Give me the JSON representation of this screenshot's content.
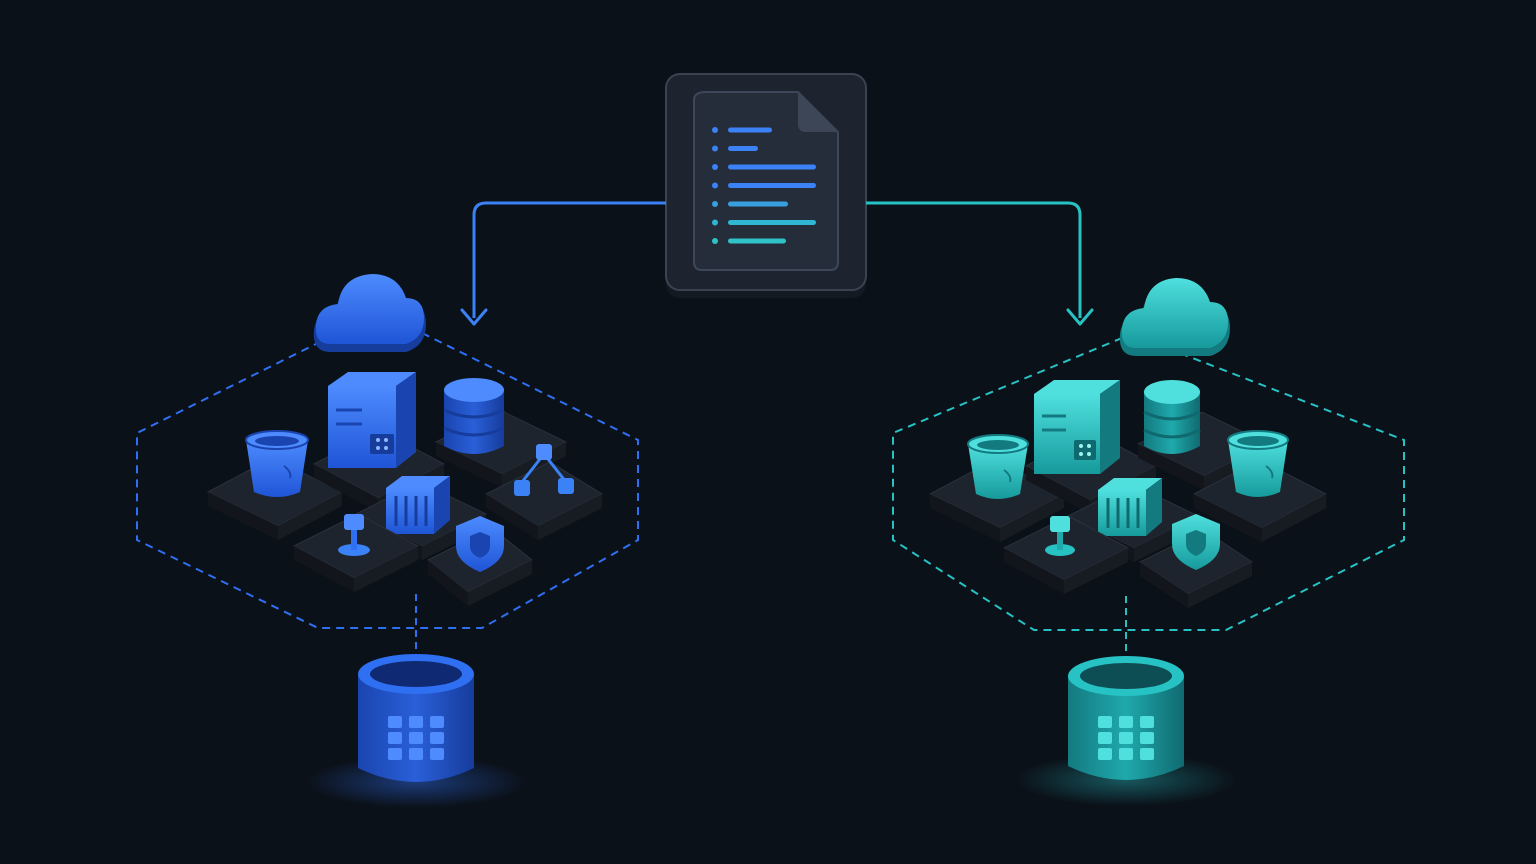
{
  "colors": {
    "background": "#0b1119",
    "panel": "#1d2430",
    "panel_border": "#3a4350",
    "page": "#252d3a",
    "tile_top": "#1e242d",
    "tile_side": "#12161c",
    "left_accent": "#2f6ff2",
    "left_accent_light": "#4d8bff",
    "left_accent_dark": "#1a45b0",
    "right_accent": "#27c2c4",
    "right_accent_light": "#4fe0de",
    "right_accent_dark": "#137a80"
  },
  "diagram": {
    "source": {
      "icon": "document-icon",
      "line_count": 7
    },
    "connectors": [
      {
        "from": "source",
        "to": "left-environment",
        "style": "solid-arrow"
      },
      {
        "from": "source",
        "to": "right-environment",
        "style": "solid-arrow"
      }
    ],
    "environments": [
      {
        "id": "left-environment",
        "accent": "blue",
        "cloud_icon": "cloud-icon",
        "resources": [
          "bucket-icon",
          "server-icon",
          "database-icon",
          "network-icon",
          "container-icon",
          "joystick-icon",
          "shield-icon"
        ],
        "storage": "table-database-icon"
      },
      {
        "id": "right-environment",
        "accent": "teal",
        "cloud_icon": "cloud-icon",
        "resources": [
          "bucket-icon",
          "server-icon",
          "database-icon",
          "bucket-icon",
          "container-icon",
          "joystick-icon",
          "shield-icon"
        ],
        "storage": "table-database-icon"
      }
    ]
  }
}
